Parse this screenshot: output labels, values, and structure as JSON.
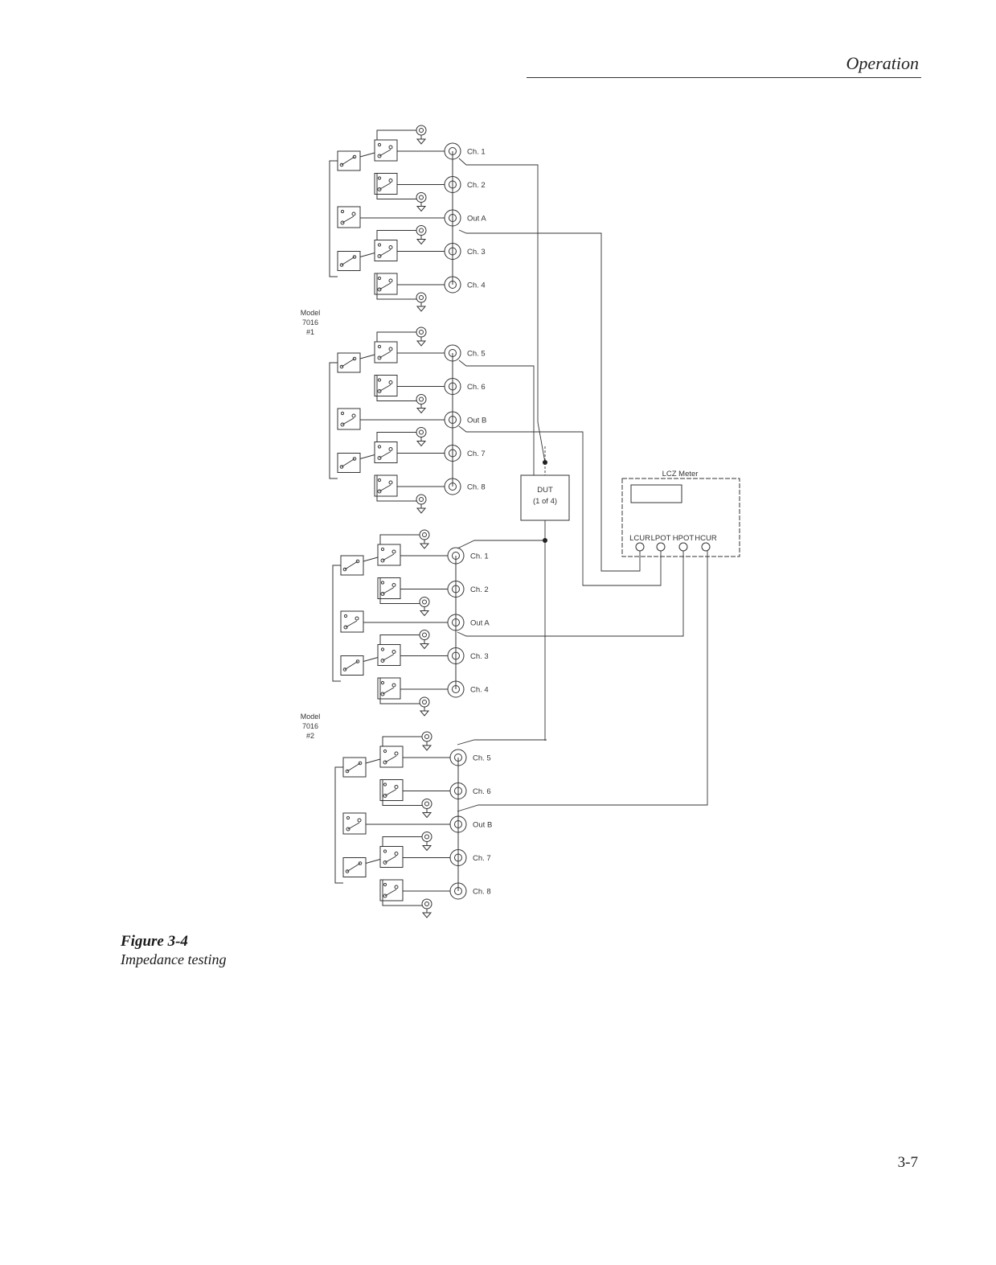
{
  "header": {
    "title": "Operation"
  },
  "figure": {
    "number": "Figure 3-4",
    "caption": "Impedance testing"
  },
  "page_number": "3-7",
  "model_1": {
    "name": "Model",
    "number": "7016",
    "unit": "#1"
  },
  "model_2": {
    "name": "Model",
    "number": "7016",
    "unit": "#2"
  },
  "dut": {
    "label": "DUT",
    "sublabel": "(1 of 4)"
  },
  "meter": {
    "label": "LCZ Meter",
    "terminals": [
      "LCUR",
      "LPOT",
      "HPOT",
      "HCUR"
    ]
  },
  "card_1_bank_a": [
    {
      "label": "Ch. 1"
    },
    {
      "label": "Ch. 2"
    },
    {
      "label": "Out A"
    },
    {
      "label": "Ch. 3"
    },
    {
      "label": "Ch. 4"
    }
  ],
  "card_1_bank_b": [
    {
      "label": "Ch. 5"
    },
    {
      "label": "Ch. 6"
    },
    {
      "label": "Out B"
    },
    {
      "label": "Ch. 7"
    },
    {
      "label": "Ch. 8"
    }
  ],
  "card_2_bank_a": [
    {
      "label": "Ch. 1"
    },
    {
      "label": "Ch. 2"
    },
    {
      "label": "Out A"
    },
    {
      "label": "Ch. 3"
    },
    {
      "label": "Ch. 4"
    }
  ],
  "card_2_bank_b": [
    {
      "label": "Ch. 5"
    },
    {
      "label": "Ch. 6"
    },
    {
      "label": "Out B"
    },
    {
      "label": "Ch. 7"
    },
    {
      "label": "Ch. 8"
    }
  ]
}
